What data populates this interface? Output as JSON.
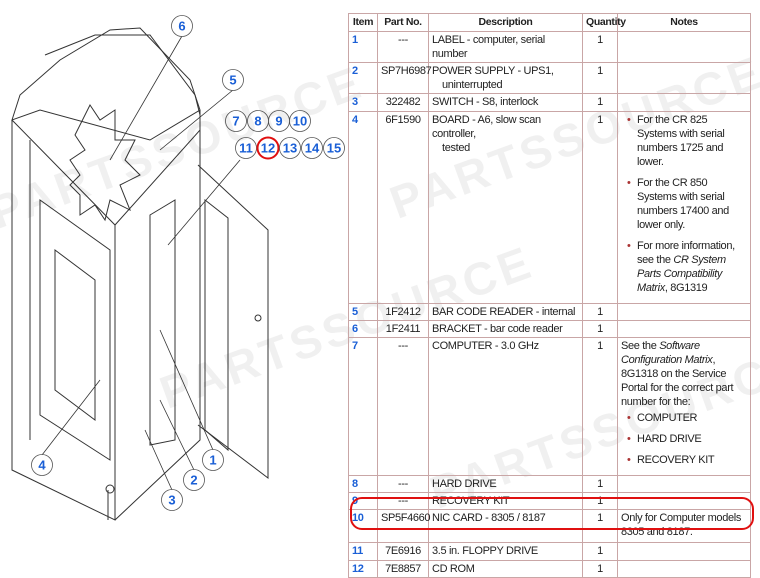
{
  "watermark": "PARTSSOURCE",
  "diagram": {
    "callouts": [
      "1",
      "2",
      "3",
      "4",
      "5",
      "6",
      "7",
      "8",
      "9",
      "10",
      "11",
      "12",
      "13",
      "14",
      "15"
    ],
    "highlighted_callout": "12",
    "accent_color": "#1a5fd6",
    "highlight_color": "#e01010"
  },
  "table": {
    "headers": [
      "Item",
      "Part No.",
      "Description",
      "Quantity",
      "Notes"
    ],
    "rows": [
      {
        "item": "1",
        "part": "---",
        "desc": "LABEL - computer, serial number",
        "desc2": "",
        "qty": "1"
      },
      {
        "item": "2",
        "part": "SP7H6987",
        "desc": "POWER SUPPLY - UPS1,",
        "desc2": "uninterrupted",
        "qty": "1"
      },
      {
        "item": "3",
        "part": "322482",
        "desc": "SWITCH - S8, interlock",
        "desc2": "",
        "qty": "1"
      },
      {
        "item": "4",
        "part": "6F1590",
        "desc": "BOARD - A6, slow scan controller,",
        "desc2": "tested",
        "qty": "1",
        "notes": [
          "For the CR 825 Systems with serial numbers 1725 and lower.",
          "For the CR 850 Systems with serial numbers 17400 and lower only."
        ],
        "note3_pre": "For more information, see the ",
        "note3_italic": "CR System Parts Compatibility Matrix",
        "note3_post": ", 8G1319"
      },
      {
        "item": "5",
        "part": "1F2412",
        "desc": "BAR CODE READER - internal",
        "desc2": "",
        "qty": "1"
      },
      {
        "item": "6",
        "part": "1F2411",
        "desc": "BRACKET - bar code reader",
        "desc2": "",
        "qty": "1"
      },
      {
        "item": "7",
        "part": "---",
        "desc": "COMPUTER - 3.0 GHz",
        "desc2": "",
        "qty": "1",
        "note_pre": "See the ",
        "note_italic": "Software Configuration Matrix",
        "note_post": ", 8G1318 on the Service Portal for the correct part number for the:",
        "bullets": [
          "COMPUTER",
          "HARD DRIVE",
          "RECOVERY KIT"
        ]
      },
      {
        "item": "8",
        "part": "---",
        "desc": "HARD DRIVE",
        "desc2": "",
        "qty": "1"
      },
      {
        "item": "9",
        "part": "---",
        "desc": "RECOVERY KIT",
        "desc2": "",
        "qty": "1"
      },
      {
        "item": "10",
        "part": "SP5F4660",
        "desc": "NIC CARD - 8305 / 8187",
        "desc2": "",
        "qty": "1",
        "note": "Only for Computer models 8305 and 8187."
      },
      {
        "item": "11",
        "part": "7E6916",
        "desc": "3.5 in. FLOPPY DRIVE",
        "desc2": "",
        "qty": "1"
      },
      {
        "item": "12",
        "part": "7E8857",
        "desc": "CD ROM",
        "desc2": "",
        "qty": "1"
      }
    ]
  }
}
